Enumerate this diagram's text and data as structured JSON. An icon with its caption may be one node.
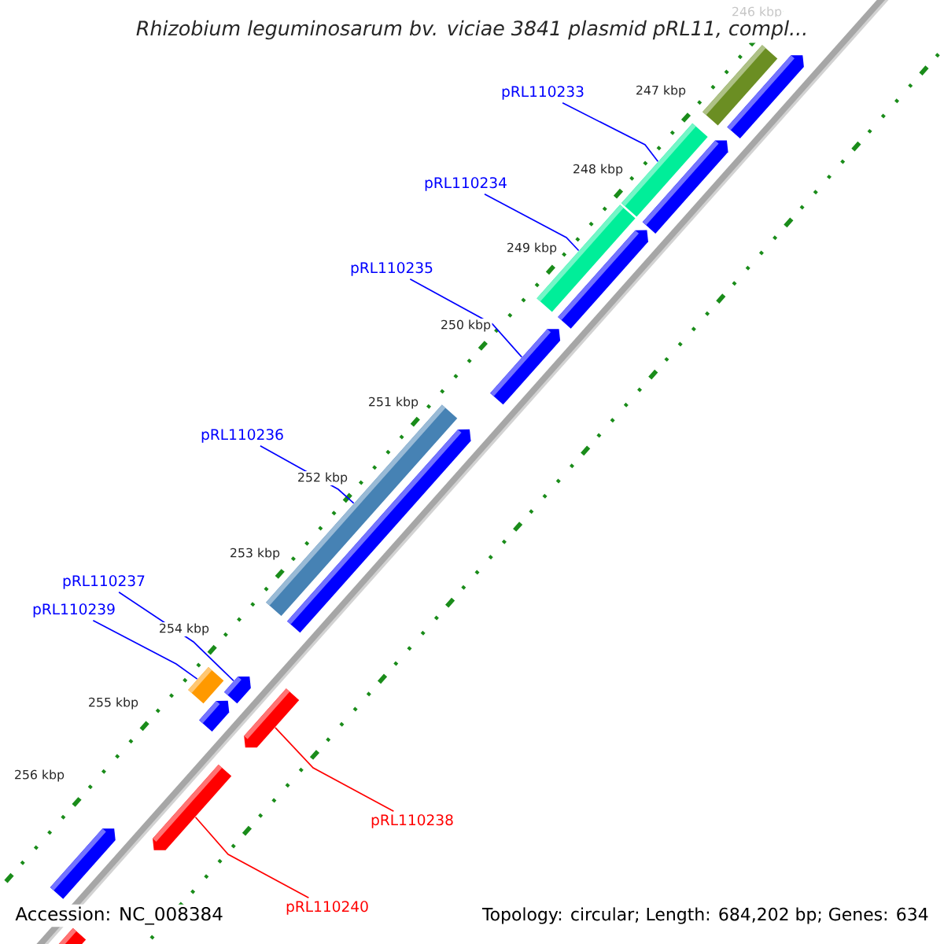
{
  "diagram": {
    "title": "Rhizobium leguminosarum bv. viciae 3841 plasmid pRL11, compl...",
    "nodes": [
      {
        "text": [
          "pRL110233"
        ]
      },
      {
        "text": [
          "pRL110234"
        ]
      },
      {
        "text": [
          "pRL110235"
        ]
      },
      {
        "text": [
          "pRL110236"
        ]
      },
      {
        "text": [
          "pRL110237"
        ]
      },
      {
        "text": [
          "pRL110239"
        ]
      },
      {
        "text": [
          "pRL110238"
        ]
      },
      {
        "text": [
          "pRL110240"
        ]
      },
      {
        "text": [],
        "shape": "bar"
      },
      {
        "text": [],
        "shape": "bar"
      },
      {
        "text": [],
        "shape": "bar"
      },
      {
        "text": [],
        "shape": "bar"
      },
      {
        "text": [],
        "shape": "bar"
      },
      {
        "text": [],
        "shape": "bar"
      },
      {
        "text": [],
        "shape": "bar"
      },
      {
        "text": [],
        "shape": "bar"
      },
      {
        "text": [],
        "shape": "bar"
      },
      {
        "text": [],
        "shape": "bar"
      },
      {
        "text": [],
        "shape": "bar"
      },
      {
        "text": [],
        "shape": "bar"
      },
      {
        "text": [],
        "shape": "bar"
      },
      {
        "text": [],
        "shape": "bar"
      },
      {
        "text": [],
        "shape": "bar"
      },
      {
        "text": [],
        "shape": "bar"
      }
    ],
    "edges": [
      {
        "from": 0,
        "to": 10,
        "arrow": "none"
      },
      {
        "from": 1,
        "to": 12,
        "arrow": "none"
      },
      {
        "from": 2,
        "to": 14,
        "arrow": "none"
      },
      {
        "from": 3,
        "to": 15,
        "arrow": "none"
      },
      {
        "from": 4,
        "to": 18,
        "arrow": "none"
      },
      {
        "from": 5,
        "to": 17,
        "arrow": "none"
      },
      {
        "from": 6,
        "to": 19,
        "arrow": "none",
        "color": "#ff0000"
      },
      {
        "from": 7,
        "to": 21,
        "arrow": "none",
        "color": "#ff0000"
      }
    ],
    "labels": [
      "246 kbp",
      "247 kbp",
      "248 kbp",
      "249 kbp",
      "250 kbp",
      "251 kbp",
      "252 kbp",
      "253 kbp",
      "254 kbp",
      "255 kbp",
      "256 kbp",
      "Accession: NC_008384",
      "Topology: circular; Length: 684,202 bp; Genes: 634"
    ]
  }
}
